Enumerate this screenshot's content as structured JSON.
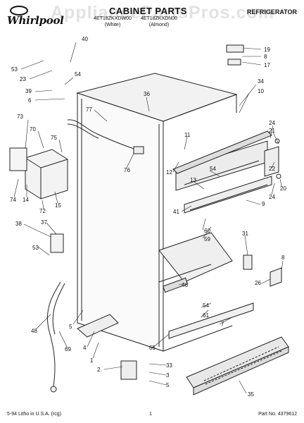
{
  "header": {
    "brand": "Whirlpool",
    "watermark": "AppliancePartsPros.com",
    "title": "CABINET PARTS",
    "category": "REFRIGERATOR",
    "models": {
      "line1": [
        "4ET18ZKXDW00",
        "4ET18ZKXDN00"
      ],
      "line2": [
        "(White)",
        "(Almond)"
      ]
    }
  },
  "callouts": [
    "53",
    "40",
    "23",
    "54",
    "39",
    "6",
    "77",
    "36",
    "34",
    "10",
    "19",
    "8",
    "17",
    "73",
    "70",
    "75",
    "11",
    "24",
    "21",
    "12",
    "54",
    "13",
    "22",
    "76",
    "74",
    "14",
    "15",
    "72",
    "41",
    "60",
    "59",
    "9",
    "24",
    "20",
    "38",
    "37",
    "53",
    "31",
    "8",
    "46",
    "26",
    "48",
    "5",
    "54",
    "61",
    "7",
    "4",
    "65",
    "69",
    "1",
    "2",
    "33",
    "3",
    "5",
    "35"
  ],
  "footer": {
    "left": "5-94 Litho in U.S.A. (rcg)",
    "center": "1",
    "right": "Part No. 4379612"
  }
}
